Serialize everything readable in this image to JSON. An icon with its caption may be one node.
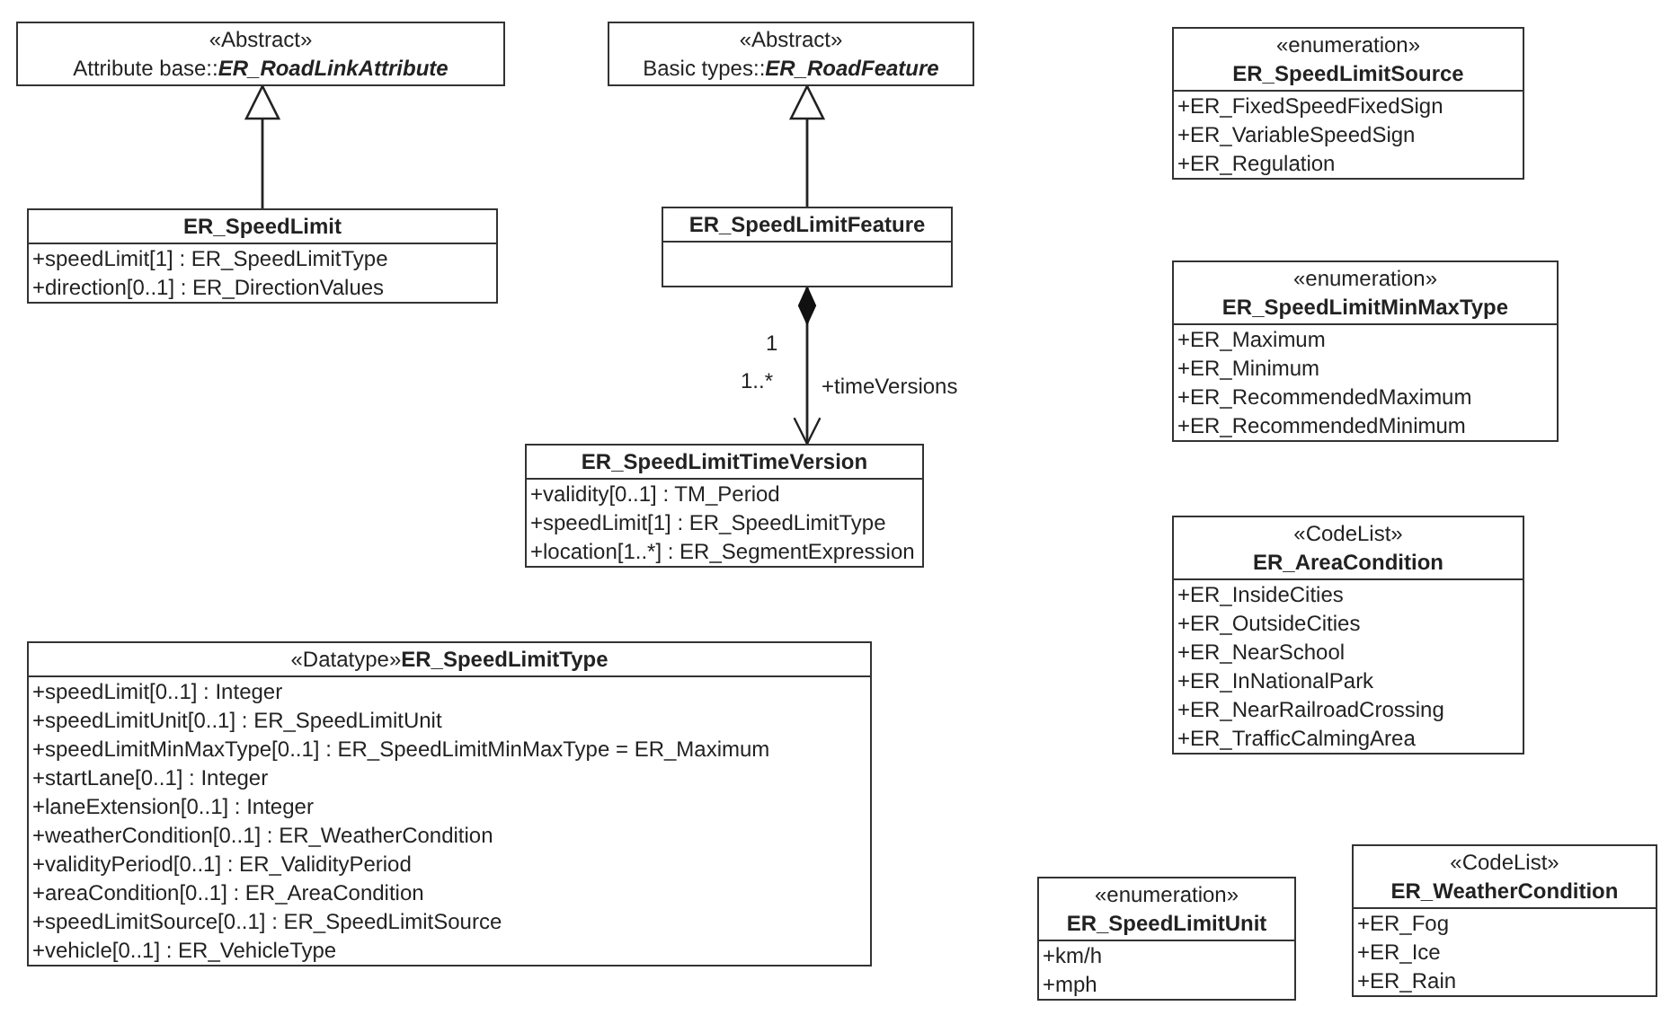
{
  "diagram": {
    "nodes": [
      {
        "text": [
          "«Abstract»",
          "Attribute base::**ER_RoadLinkAttribute**"
        ]
      },
      {
        "text": [
          "«Abstract»",
          "Basic types::**ER_RoadFeature**"
        ]
      },
      {
        "text": [
          "ER_SpeedLimit",
          "+speedLimit[1] : ER_SpeedLimitType",
          "+direction[0..1] : ER_DirectionValues"
        ]
      },
      {
        "text": [
          "ER_SpeedLimitFeature"
        ]
      },
      {
        "text": [
          "ER_SpeedLimitTimeVersion",
          "+validity[0..1] : TM_Period",
          "+speedLimit[1] : ER_SpeedLimitType",
          "+location[1..*] : ER_SegmentExpression"
        ]
      },
      {
        "text": [
          "«enumeration»",
          "ER_SpeedLimitSource",
          "+ER_FixedSpeedFixedSign",
          "+ER_VariableSpeedSign",
          "+ER_Regulation"
        ]
      },
      {
        "text": [
          "«enumeration»",
          "ER_SpeedLimitMinMaxType",
          "+ER_Maximum",
          "+ER_Minimum",
          "+ER_RecommendedMaximum",
          "+ER_RecommendedMinimum"
        ]
      },
      {
        "text": [
          "«CodeList»",
          "ER_AreaCondition",
          "+ER_InsideCities",
          "+ER_OutsideCities",
          "+ER_NearSchool",
          "+ER_InNationalPark",
          "+ER_NearRailroadCrossing",
          "+ER_TrafficCalmingArea"
        ]
      },
      {
        "text": [
          "«Datatype»**ER_SpeedLimitType**",
          "+speedLimit[0..1] : Integer",
          "+speedLimitUnit[0..1] : ER_SpeedLimitUnit",
          "+speedLimitMinMaxType[0..1] : ER_SpeedLimitMinMaxType = ER_Maximum",
          "+startLane[0..1] : Integer",
          "+laneExtension[0..1] : Integer",
          "+weatherCondition[0..1] : ER_WeatherCondition",
          "+validityPeriod[0..1] : ER_ValidityPeriod",
          "+areaCondition[0..1] : ER_AreaCondition",
          "+speedLimitSource[0..1] : ER_SpeedLimitSource",
          "+vehicle[0..1] : ER_VehicleType"
        ]
      },
      {
        "text": [
          "«enumeration»",
          "ER_SpeedLimitUnit",
          "+km/h",
          "+mph"
        ]
      },
      {
        "text": [
          "«CodeList»",
          "ER_WeatherCondition",
          "+ER_Fog",
          "+ER_Ice",
          "+ER_Rain"
        ]
      }
    ],
    "edges": [
      {
        "from": 2,
        "to": 0,
        "arrow": "to"
      },
      {
        "from": 3,
        "to": 1,
        "arrow": "to"
      },
      {
        "from": 3,
        "to": 4,
        "arrow": "to",
        "label": "+timeVersions"
      }
    ],
    "labels": [
      "1",
      "1..*"
    ]
  }
}
